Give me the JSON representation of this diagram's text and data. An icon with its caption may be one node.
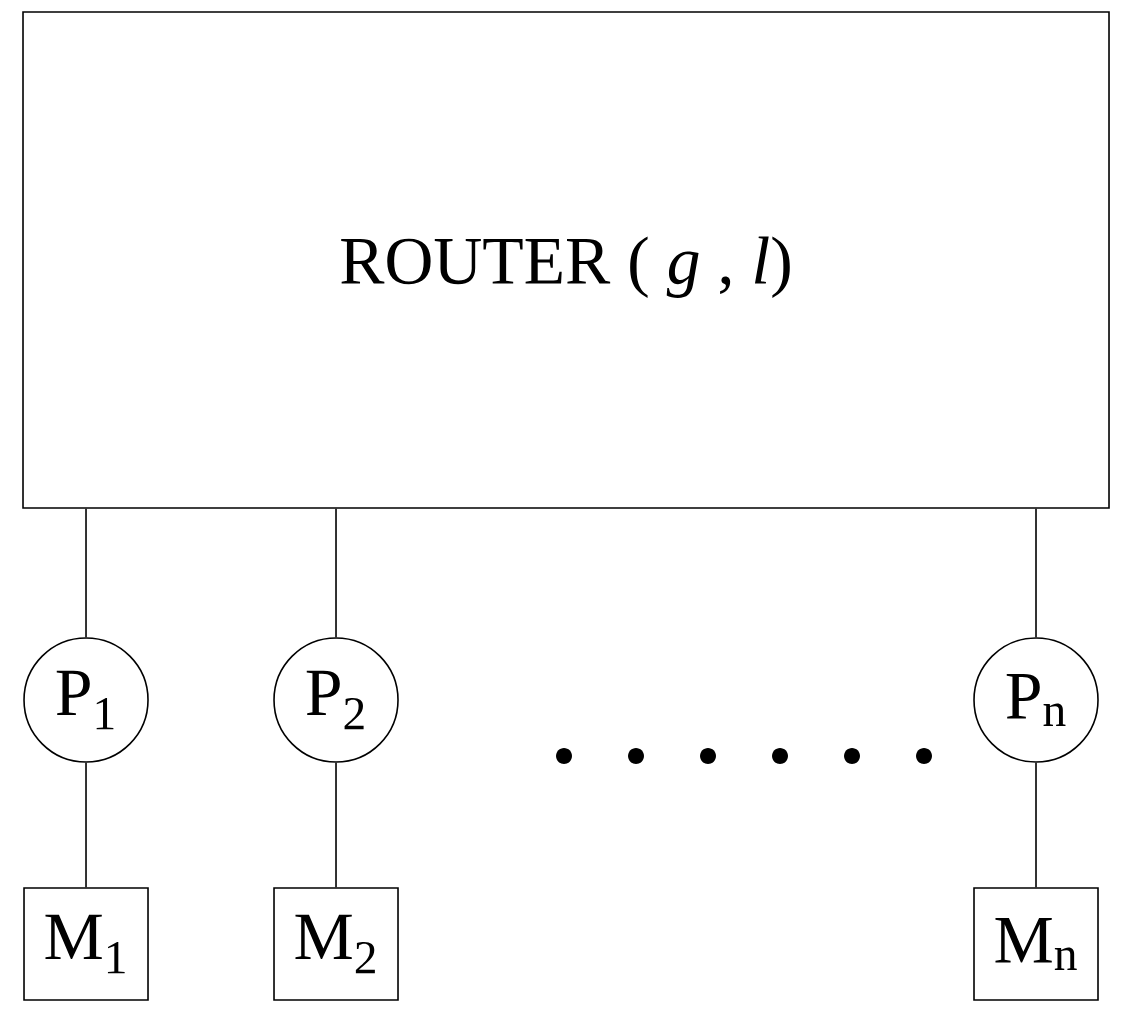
{
  "diagram": {
    "nodes": [
      {
        "text": [
          "ROUTER ( *g* , *l*)"
        ]
      },
      {
        "text": [
          "P$_{1}$"
        ]
      },
      {
        "text": [
          "P$_{2}$"
        ]
      },
      {
        "text": [
          "P$_{n}$"
        ]
      },
      {
        "text": [
          "M$_{1}$"
        ]
      },
      {
        "text": [
          "M$_{2}$"
        ]
      },
      {
        "text": [
          "M$_{n}$"
        ]
      }
    ],
    "edges": [
      {
        "from": 0,
        "to": 1,
        "arrow": "none"
      },
      {
        "from": 0,
        "to": 2,
        "arrow": "none"
      },
      {
        "from": 0,
        "to": 3,
        "arrow": "none"
      },
      {
        "from": 1,
        "to": 4,
        "arrow": "none"
      },
      {
        "from": 2,
        "to": 5,
        "arrow": "none"
      },
      {
        "from": 3,
        "to": 6,
        "arrow": "none"
      }
    ]
  }
}
